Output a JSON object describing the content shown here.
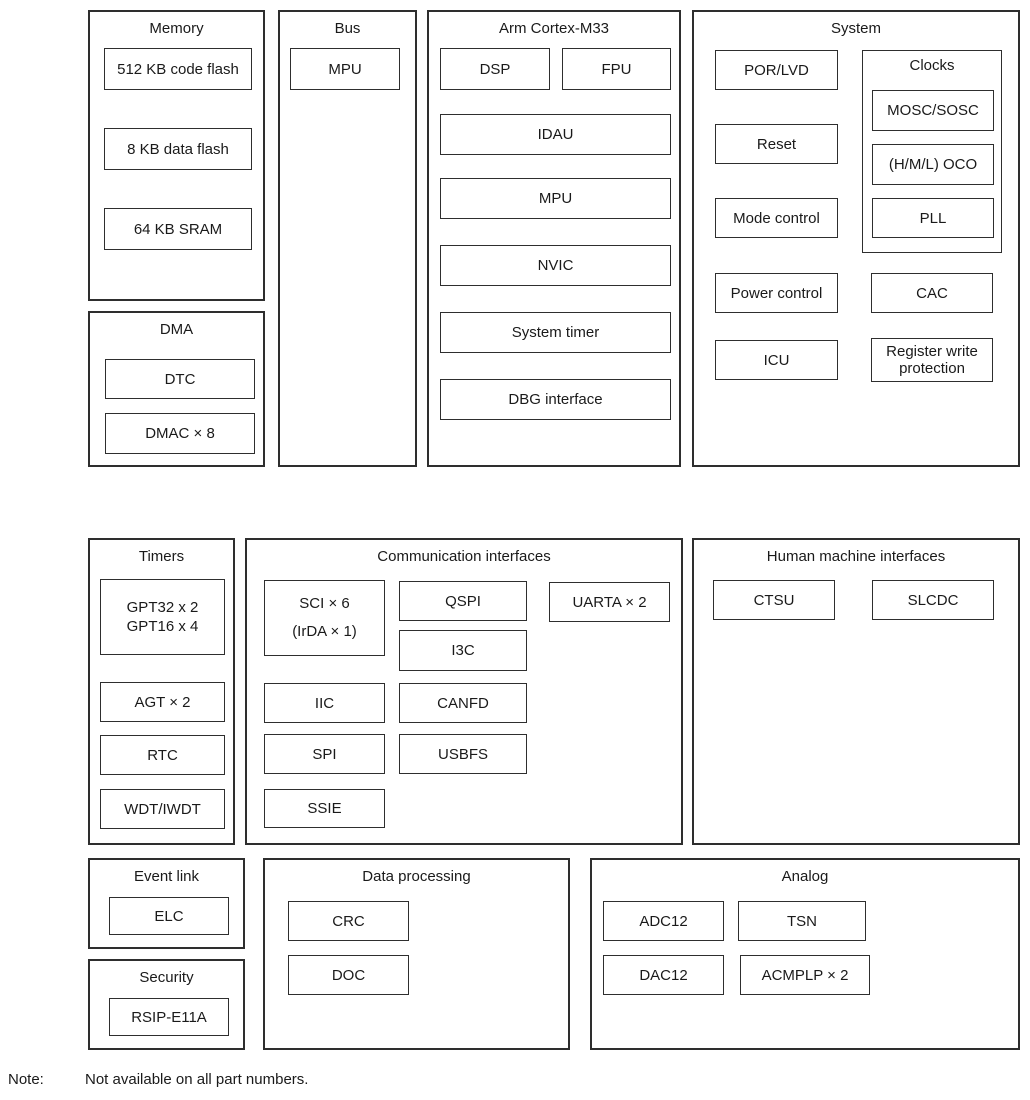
{
  "diagram_title_context": "MCU block diagram",
  "colors": {
    "border": "#2e2e2e",
    "text": "#1a1a1a",
    "background": "#ffffff"
  },
  "sections": {
    "memory": {
      "title": "Memory",
      "items": {
        "code_flash": "512 KB code flash",
        "data_flash": "8 KB data flash",
        "sram": "64 KB SRAM"
      }
    },
    "dma": {
      "title": "DMA",
      "items": {
        "dtc": "DTC",
        "dmac": "DMAC × 8"
      }
    },
    "bus": {
      "title": "Bus",
      "items": {
        "mpu": "MPU"
      }
    },
    "cortex": {
      "title": "Arm Cortex-M33",
      "items": {
        "dsp": "DSP",
        "fpu": "FPU",
        "idau": "IDAU",
        "mpu": "MPU",
        "nvic": "NVIC",
        "system_timer": "System timer",
        "dbg_interface": "DBG interface"
      }
    },
    "system": {
      "title": "System",
      "items": {
        "por_lvd": "POR/LVD",
        "reset": "Reset",
        "mode_control": "Mode control",
        "power_control": "Power control",
        "icu": "ICU",
        "cac": "CAC",
        "register_write_protection": "Register write protection"
      },
      "clocks": {
        "title": "Clocks",
        "items": {
          "mosc_sosc": "MOSC/SOSC",
          "oco": "(H/M/L) OCO",
          "pll": "PLL"
        }
      }
    },
    "timers": {
      "title": "Timers",
      "items": {
        "gpt_line1": "GPT32 x 2",
        "gpt_line2": "GPT16 x 4",
        "agt": "AGT × 2",
        "rtc": "RTC",
        "wdt": "WDT/IWDT"
      }
    },
    "comm": {
      "title": "Communication interfaces",
      "items": {
        "sci_line1": "SCI × 6",
        "sci_line2": "(IrDA × 1)",
        "qspi": "QSPI",
        "i3c": "I3C",
        "uarta": "UARTA × 2",
        "iic": "IIC",
        "canfd": "CANFD",
        "spi": "SPI",
        "usbfs": "USBFS",
        "ssie": "SSIE"
      }
    },
    "hmi": {
      "title": "Human machine interfaces",
      "items": {
        "ctsu": "CTSU",
        "slcdc": "SLCDC"
      }
    },
    "event_link": {
      "title": "Event link",
      "items": {
        "elc": "ELC"
      }
    },
    "security": {
      "title": "Security",
      "items": {
        "rsip": "RSIP-E11A"
      }
    },
    "data_processing": {
      "title": "Data processing",
      "items": {
        "crc": "CRC",
        "doc": "DOC"
      }
    },
    "analog": {
      "title": "Analog",
      "items": {
        "adc12": "ADC12",
        "tsn": "TSN",
        "dac12": "DAC12",
        "acmplp": "ACMPLP × 2"
      }
    }
  },
  "note": {
    "label": "Note:",
    "text": "Not available on all part numbers."
  }
}
